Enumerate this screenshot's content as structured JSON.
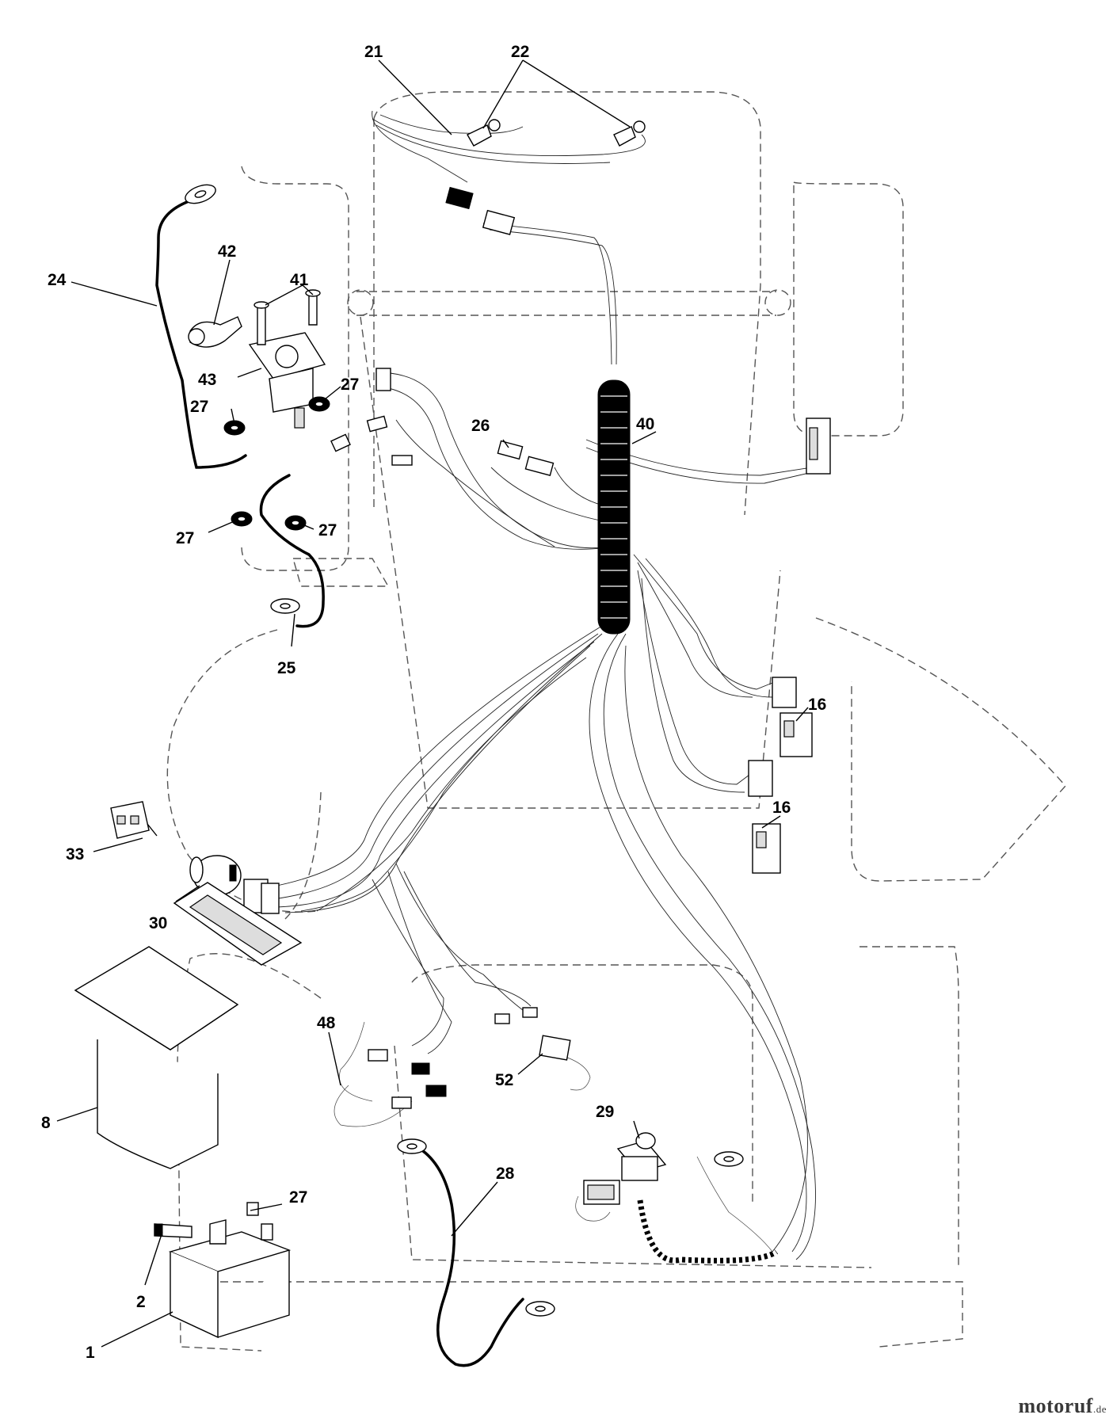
{
  "callouts": {
    "c1": "1",
    "c2": "2",
    "c8": "8",
    "c16a": "16",
    "c16b": "16",
    "c21": "21",
    "c22": "22",
    "c24": "24",
    "c25": "25",
    "c26": "26",
    "c27a": "27",
    "c27b": "27",
    "c27c": "27",
    "c27d": "27",
    "c27e": "27",
    "c28": "28",
    "c29": "29",
    "c30": "30",
    "c33": "33",
    "c40": "40",
    "c41": "41",
    "c42": "42",
    "c43": "43",
    "c48": "48",
    "c52": "52"
  },
  "brand": {
    "name": "motoruf",
    "domain": ".de"
  }
}
